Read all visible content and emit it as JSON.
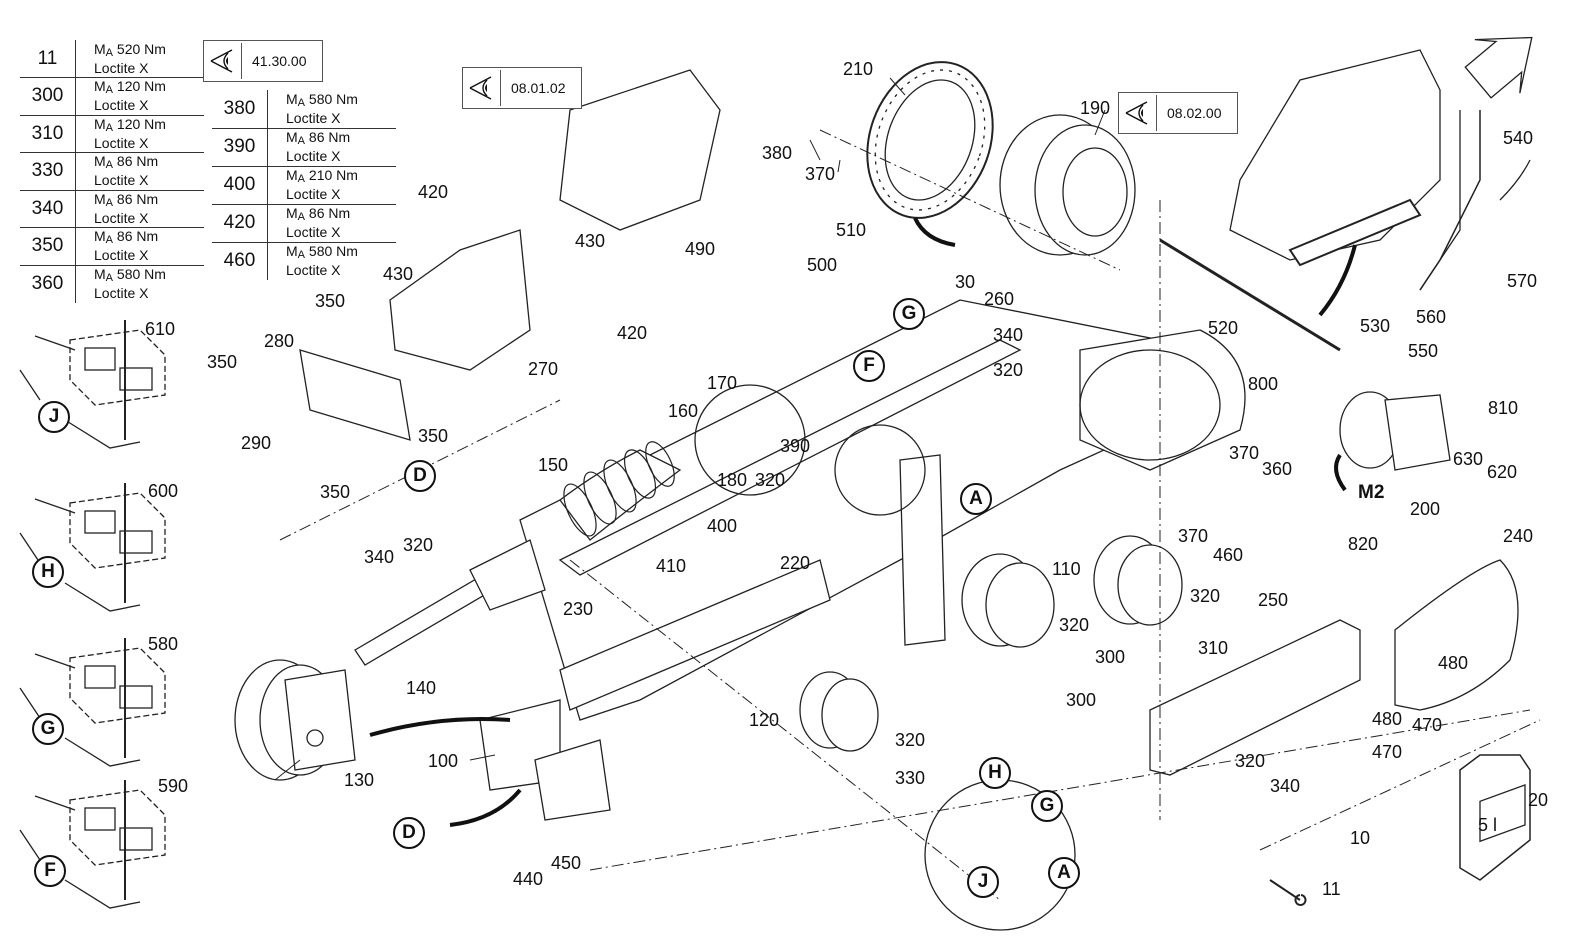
{
  "torque_table_left": {
    "rows": [
      {
        "part": "11",
        "torque_symbol": "M",
        "torque_sub": "A",
        "torque": "520 Nm",
        "adhesive": "Loctite X"
      },
      {
        "part": "300",
        "torque_symbol": "M",
        "torque_sub": "A",
        "torque": "120 Nm",
        "adhesive": "Loctite X"
      },
      {
        "part": "310",
        "torque_symbol": "M",
        "torque_sub": "A",
        "torque": "120 Nm",
        "adhesive": "Loctite X"
      },
      {
        "part": "330",
        "torque_symbol": "M",
        "torque_sub": "A",
        "torque": "86 Nm",
        "adhesive": "Loctite X"
      },
      {
        "part": "340",
        "torque_symbol": "M",
        "torque_sub": "A",
        "torque": "86 Nm",
        "adhesive": "Loctite X"
      },
      {
        "part": "350",
        "torque_symbol": "M",
        "torque_sub": "A",
        "torque": "86 Nm",
        "adhesive": "Loctite X"
      },
      {
        "part": "360",
        "torque_symbol": "M",
        "torque_sub": "A",
        "torque": "580 Nm",
        "adhesive": "Loctite X"
      }
    ]
  },
  "torque_table_right": {
    "rows": [
      {
        "part": "380",
        "torque_symbol": "M",
        "torque_sub": "A",
        "torque": "580 Nm",
        "adhesive": "Loctite X"
      },
      {
        "part": "390",
        "torque_symbol": "M",
        "torque_sub": "A",
        "torque": "86 Nm",
        "adhesive": "Loctite X"
      },
      {
        "part": "400",
        "torque_symbol": "M",
        "torque_sub": "A",
        "torque": "210 Nm",
        "adhesive": "Loctite X"
      },
      {
        "part": "420",
        "torque_symbol": "M",
        "torque_sub": "A",
        "torque": "86 Nm",
        "adhesive": "Loctite X"
      },
      {
        "part": "460",
        "torque_symbol": "M",
        "torque_sub": "A",
        "torque": "580 Nm",
        "adhesive": "Loctite X"
      }
    ]
  },
  "view_references": [
    {
      "icon": "eye-view-icon",
      "code": "41.30.00"
    },
    {
      "icon": "eye-view-icon",
      "code": "08.01.02"
    },
    {
      "icon": "eye-view-icon",
      "code": "08.02.00"
    }
  ],
  "detail_letters": [
    "J",
    "H",
    "G",
    "F",
    "D",
    "A"
  ],
  "clamp_details": [
    {
      "part": "610",
      "letter": "J"
    },
    {
      "part": "600",
      "letter": "H"
    },
    {
      "part": "580",
      "letter": "G"
    },
    {
      "part": "590",
      "letter": "F"
    }
  ],
  "motor_label": "M2",
  "container_label": "5 l",
  "callouts": [
    "420",
    "430",
    "430",
    "490",
    "350",
    "280",
    "350",
    "290",
    "350",
    "350",
    "270",
    "420",
    "210",
    "380",
    "370",
    "30",
    "510",
    "500",
    "190",
    "260",
    "340",
    "320",
    "540",
    "530",
    "560",
    "570",
    "520",
    "550",
    "800",
    "810",
    "370",
    "360",
    "630",
    "620",
    "200",
    "820",
    "170",
    "160",
    "390",
    "180",
    "320",
    "150",
    "400",
    "410",
    "220",
    "340",
    "320",
    "140",
    "230",
    "130",
    "100",
    "440",
    "450",
    "120",
    "320",
    "330",
    "110",
    "320",
    "300",
    "320",
    "310",
    "300",
    "250",
    "370",
    "460",
    "240",
    "480",
    "480",
    "470",
    "470",
    "320",
    "340",
    "10",
    "11",
    "20"
  ]
}
